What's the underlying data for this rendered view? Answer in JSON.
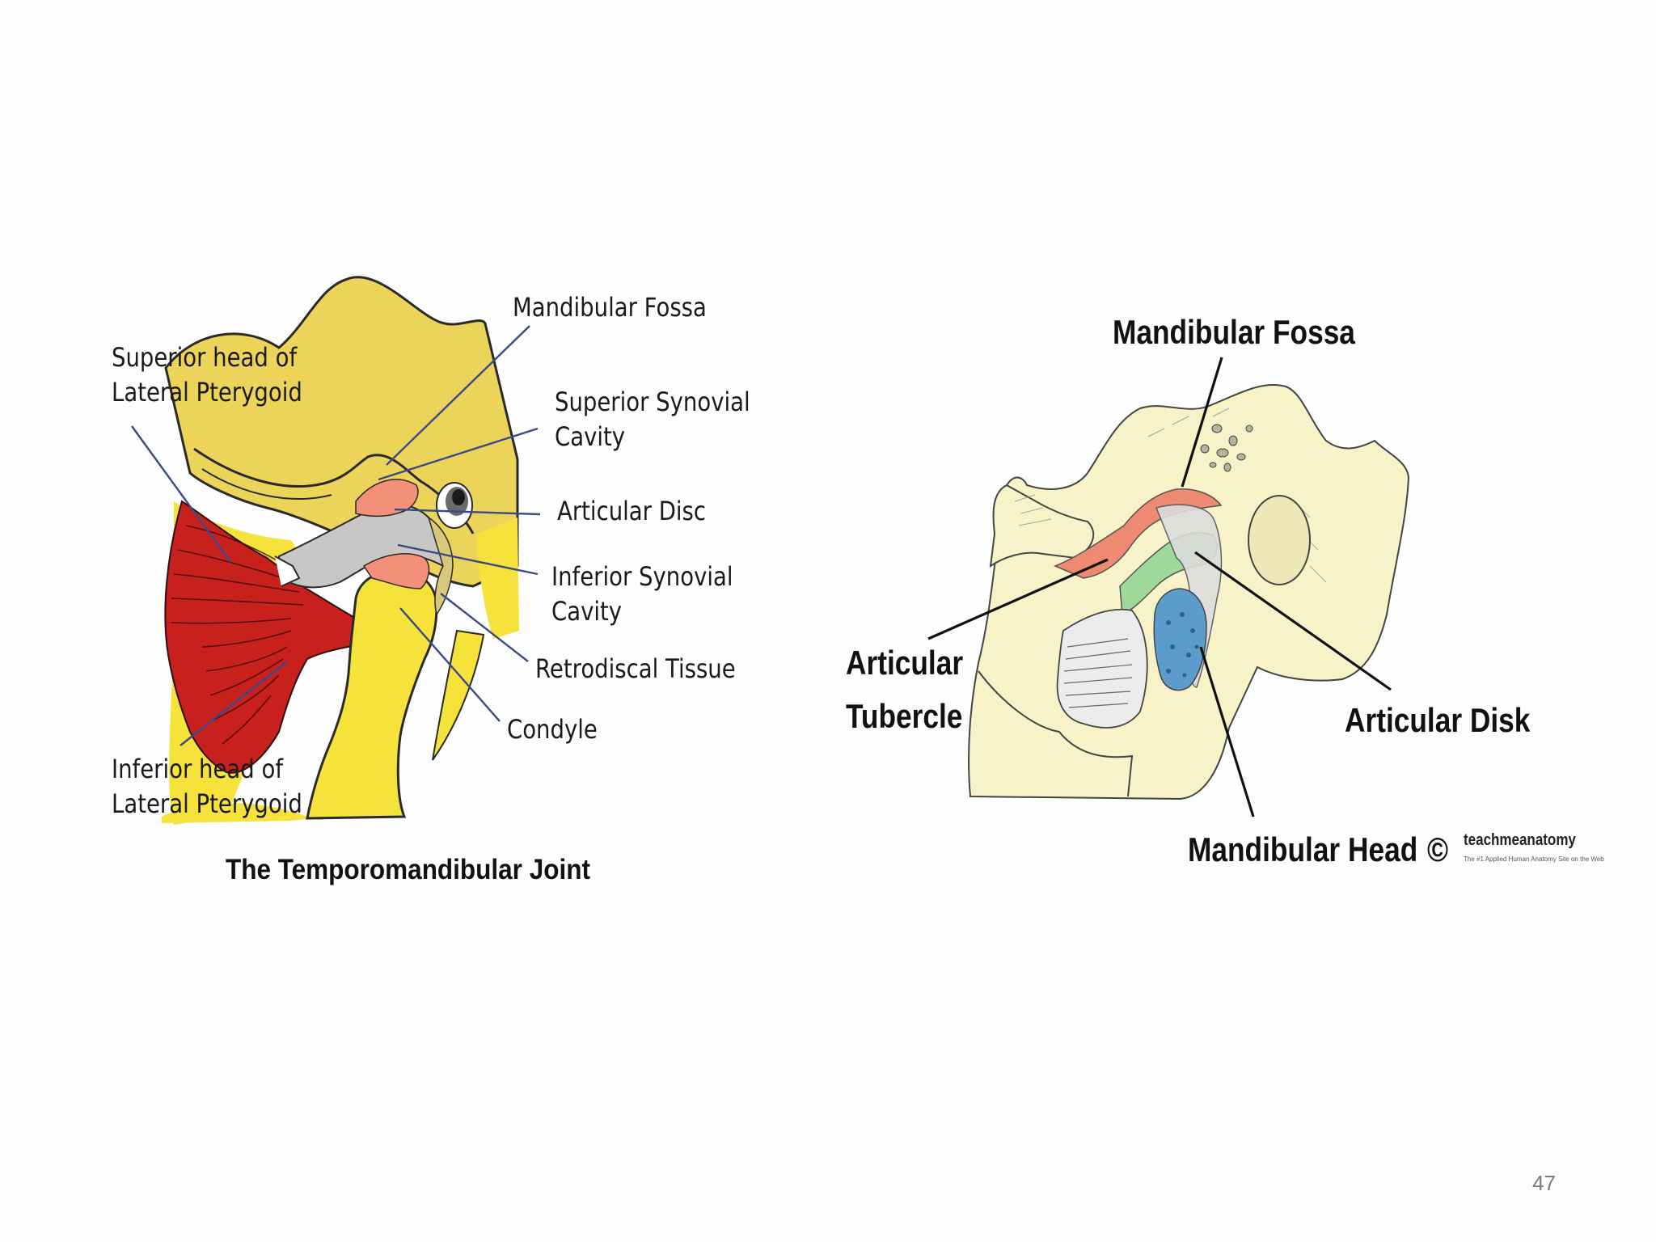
{
  "slide": {
    "page_number": "47"
  },
  "left_diagram": {
    "labels": {
      "mandibular_fossa": "Mandibular Fossa",
      "superior_head_1": "Superior head of",
      "superior_head_2": "Lateral Pterygoid",
      "superior_synovial_1": "Superior Synovial",
      "superior_synovial_2": "Cavity",
      "articular_disc": "Articular Disc",
      "inferior_synovial_1": "Inferior Synovial",
      "inferior_synovial_2": "Cavity",
      "retrodiscal_tissue": "Retrodiscal Tissue",
      "condyle": "Condyle",
      "inferior_head_1": "Inferior head of",
      "inferior_head_2": "Lateral Pterygoid"
    },
    "caption": "The Temporomandibular Joint",
    "colors": {
      "bone": "#f5e23a",
      "bone_dark": "#ecd35a",
      "muscle": "#c8201c",
      "disc": "#c9c6c6",
      "synovial": "#f2907a",
      "leader": "#3a4a86"
    }
  },
  "right_diagram": {
    "labels": {
      "mandibular_fossa": "Mandibular Fossa",
      "articular_tubercle_1": "Articular",
      "articular_tubercle_2": "Tubercle",
      "articular_disk": "Articular Disk",
      "mandibular_head": "Mandibular Head",
      "copyright": "©"
    },
    "watermark": {
      "brand": "teachmeanatomy",
      "tagline": "The #1 Applied Human Anatomy Site on the Web"
    },
    "colors": {
      "bone": "#f7f2c8",
      "fossa": "#ef8a72",
      "disk": "#9fd99a",
      "head": "#5c9ccc",
      "leader": "#111111"
    }
  }
}
